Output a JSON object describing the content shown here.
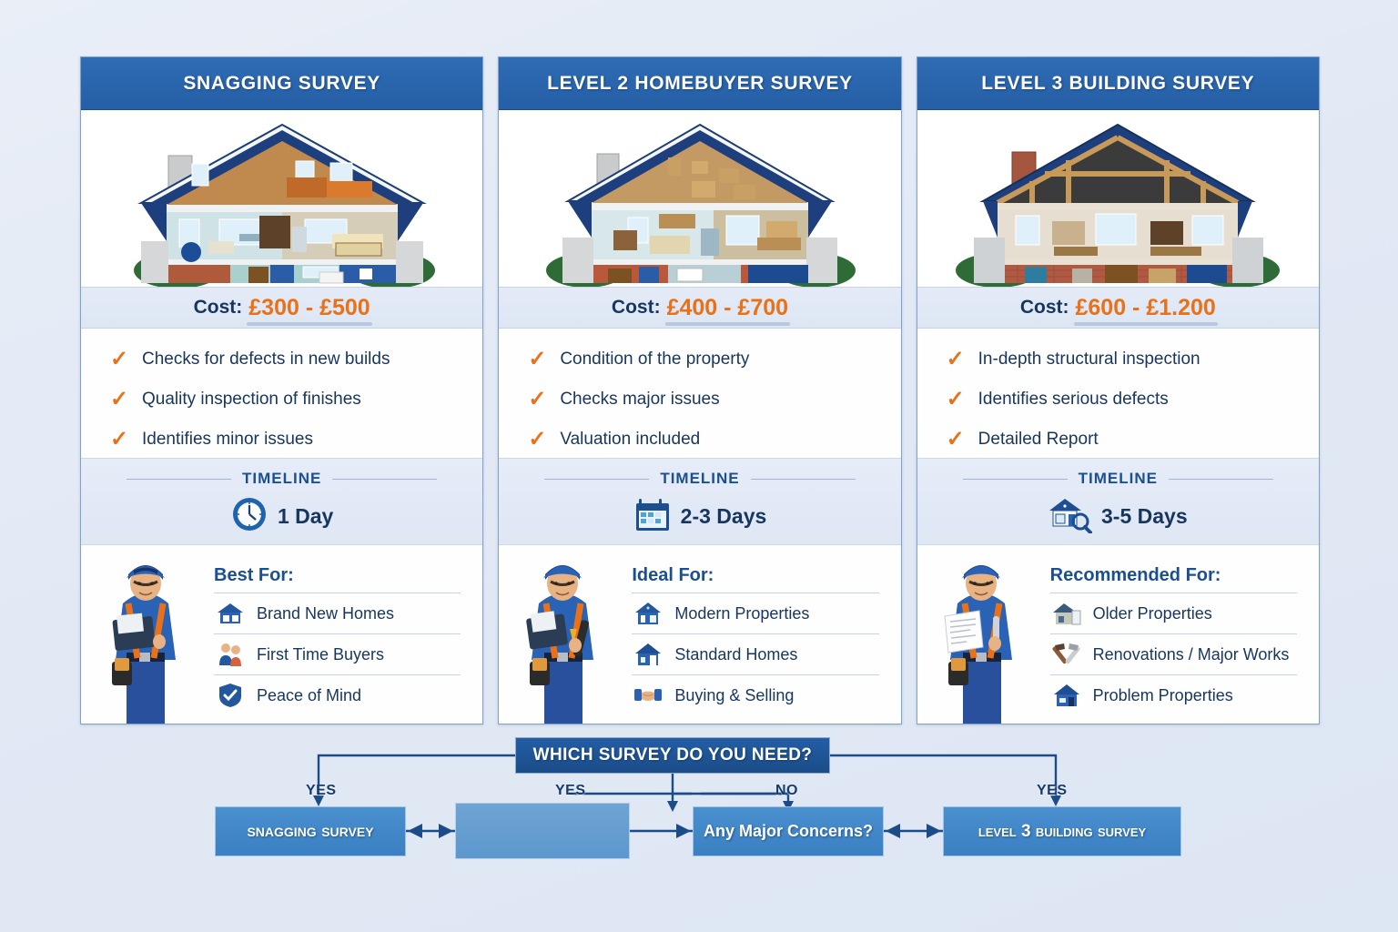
{
  "theme": {
    "background": "#e4ebf5",
    "header_blue": "#2a63ab",
    "navy": "#17365e",
    "accent_orange": "#e8711a",
    "flow_dark": "#1b4c88",
    "flow_mid": "#3a80c2",
    "flow_light": "#6ea4d4"
  },
  "cards": [
    {
      "title": "SNAGGING SURVEY",
      "house_icon": "cutaway-house-new-build-icon",
      "cost_label": "Cost:",
      "cost_value": "£300 - £500",
      "features": [
        "Checks for defects in new builds",
        "Quality inspection of finishes",
        "Identifies minor issues"
      ],
      "timeline_title": "TIMELINE",
      "timeline_icon": "clock-icon",
      "timeline_value": "1 Day",
      "bestfor_title": "Best For:",
      "bestfor": [
        {
          "icon": "house-icon",
          "label": "Brand New Homes"
        },
        {
          "icon": "couple-icon",
          "label": "First Time Buyers"
        },
        {
          "icon": "shield-check-icon",
          "label": "Peace of Mind"
        }
      ],
      "surveyor_icon": "surveyor-with-clipboard-icon"
    },
    {
      "title": "LEVEL 2 HOMEBUYER SURVEY",
      "house_icon": "cutaway-house-standard-icon",
      "cost_label": "Cost:",
      "cost_value": "£400 - £700",
      "features": [
        "Condition of the property",
        "Checks major issues",
        "Valuation included"
      ],
      "timeline_title": "TIMELINE",
      "timeline_icon": "calendar-icon",
      "timeline_value": "2-3 Days",
      "bestfor_title": "Ideal For:",
      "bestfor": [
        {
          "icon": "modern-house-icon",
          "label": "Modern Properties"
        },
        {
          "icon": "house-icon",
          "label": "Standard Homes"
        },
        {
          "icon": "handshake-icon",
          "label": "Buying & Selling"
        }
      ],
      "surveyor_icon": "surveyor-with-tools-icon"
    },
    {
      "title": "LEVEL 3 BUILDING SURVEY",
      "house_icon": "cutaway-house-timber-frame-icon",
      "cost_label": "Cost:",
      "cost_value": "£600 - £1.200",
      "features": [
        "In-depth structural inspection",
        "Identifies serious defects",
        "Detailed Report"
      ],
      "timeline_title": "TIMELINE",
      "timeline_icon": "house-magnifier-icon",
      "timeline_value": "3-5 Days",
      "bestfor_title": "Recommended For:",
      "bestfor": [
        {
          "icon": "old-house-icon",
          "label": "Older Properties"
        },
        {
          "icon": "crossed-hammers-icon",
          "label": "Renovations / Major Works"
        },
        {
          "icon": "problem-house-icon",
          "label": "Problem Properties"
        }
      ],
      "surveyor_icon": "surveyor-with-report-icon"
    }
  ],
  "flowchart": {
    "root": "WHICH SURVEY DO YOU NEED?",
    "box_left": "Snagging Survey",
    "box_middle": "",
    "box_center": "Any Major Concerns?",
    "box_right": "Level 3 Building Survey",
    "labels": {
      "yes_left": "YES",
      "yes_middle": "YES",
      "no": "NO",
      "yes_right": "YES"
    }
  }
}
